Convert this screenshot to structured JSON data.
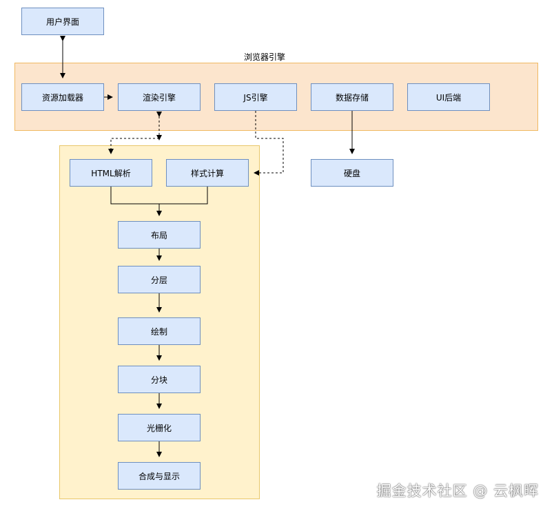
{
  "diagram": {
    "browser_group_label": "浏览器引擎",
    "nodes": {
      "user_ui": "用户界面",
      "resource_loader": "资源加载器",
      "render_engine": "渲染引擎",
      "js_engine": "JS引擎",
      "data_storage": "数据存储",
      "ui_backend": "UI后端",
      "disk": "硬盘",
      "html_parse": "HTML解析",
      "style_calc": "样式计算",
      "layout": "布局",
      "layering": "分层",
      "paint": "绘制",
      "tiling": "分块",
      "raster": "光栅化",
      "composite": "合成与显示"
    },
    "colors": {
      "node_fill": "#dae8fc",
      "node_border": "#6c8ebf",
      "browser_fill": "#fce5cd",
      "render_fill": "#fff2cc"
    }
  },
  "watermark": "掘金技术社区 @ 云枫晖"
}
